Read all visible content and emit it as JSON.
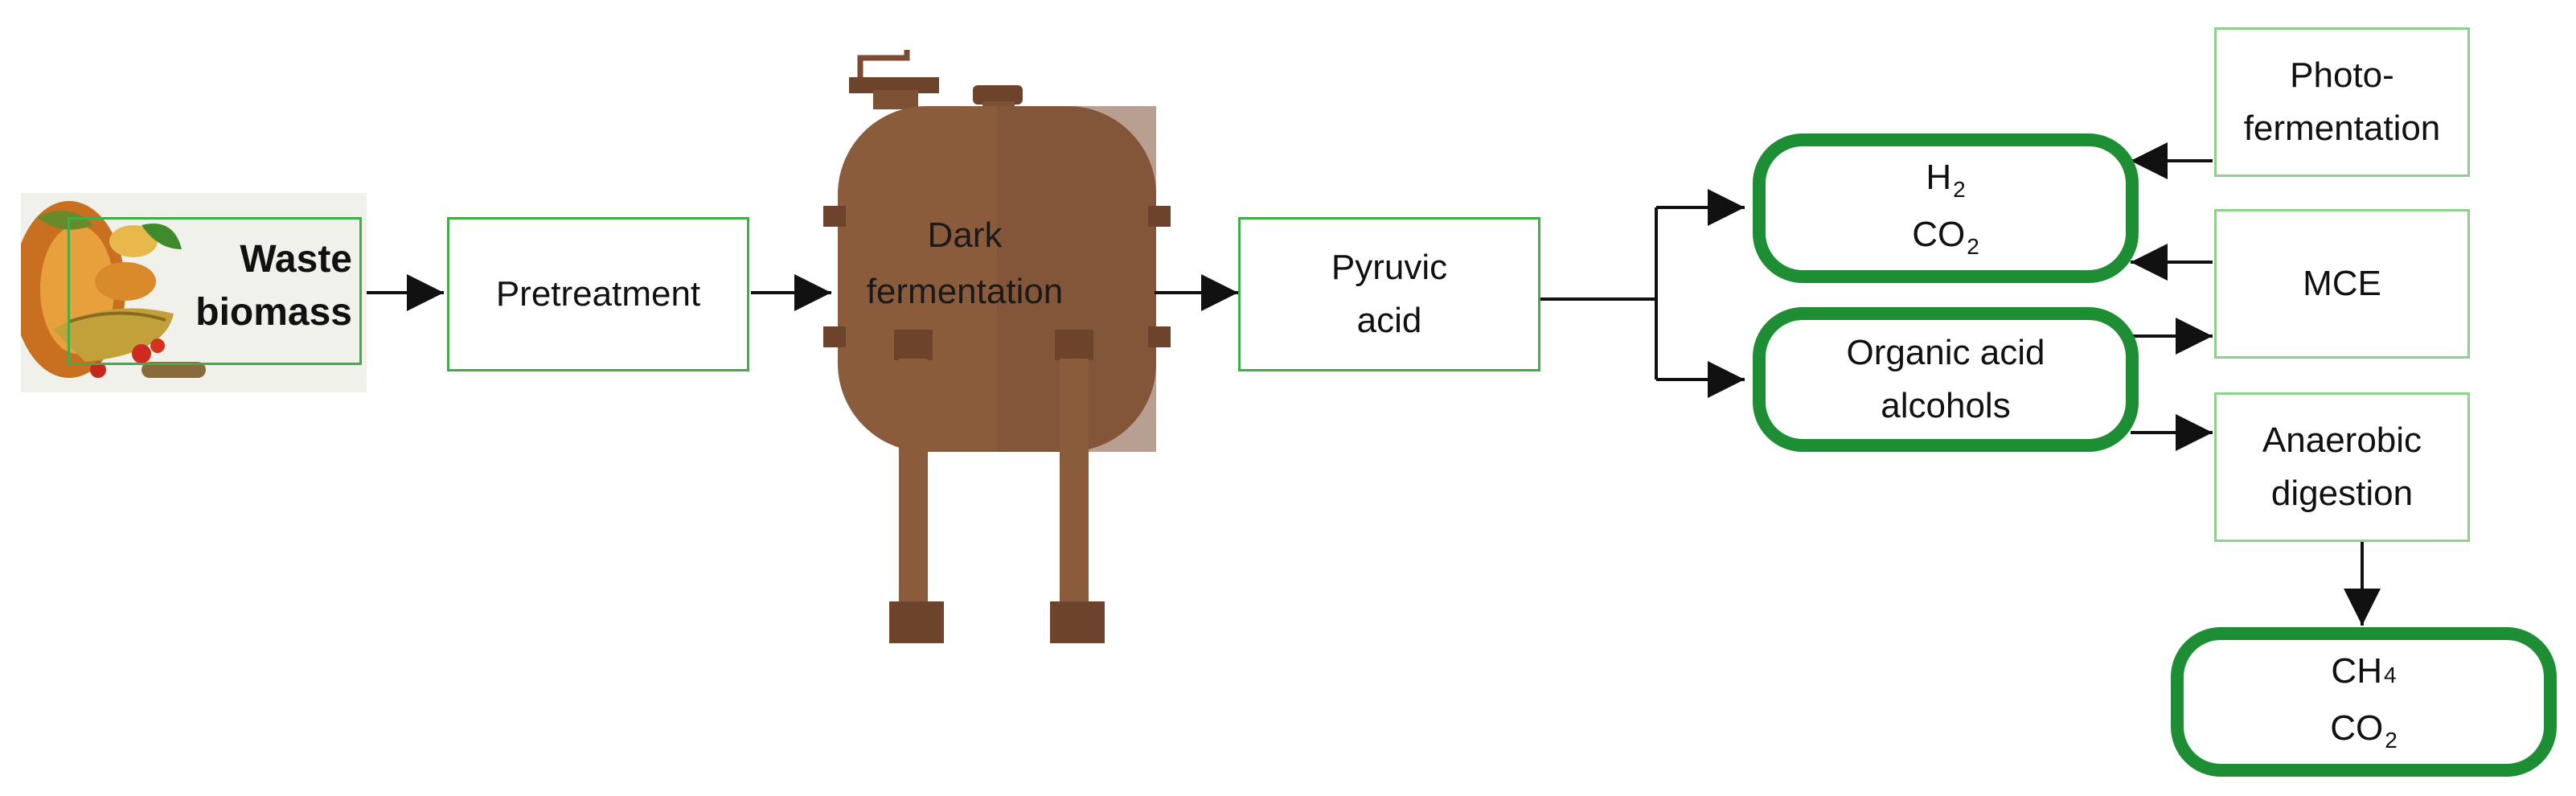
{
  "nodes": {
    "waste_biomass": [
      "Waste",
      "biomass"
    ],
    "pretreatment": "Pretreatment",
    "dark_fermentation": [
      "Dark",
      "fermentation"
    ],
    "pyruvic_acid": [
      "Pyruvic",
      "acid"
    ],
    "h2_co2": {
      "h_main": "H",
      "h_sub": "2",
      "c_main": "CO",
      "c_sub": "2"
    },
    "organic_acid_alcohols": [
      "Organic acid",
      "alcohols"
    ],
    "photo_fermentation": [
      "Photo-",
      "fermentation"
    ],
    "mce": "MCE",
    "anaerobic_digestion": [
      "Anaerobic",
      "digestion"
    ],
    "ch4_co2": {
      "ch_main": "CH",
      "ch_sub": "4",
      "c_main": "CO",
      "c_sub": "2"
    }
  },
  "colors": {
    "box_border": "#3fae49",
    "pill_border": "#1e8e34",
    "tank": "#8a5a3c",
    "arrow": "#111111"
  }
}
